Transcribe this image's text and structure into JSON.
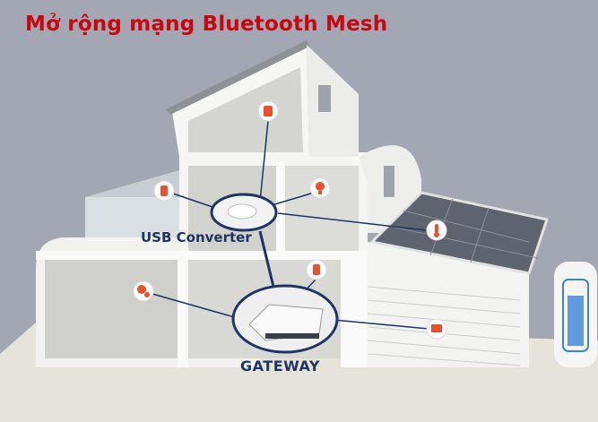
{
  "title": "Mở rộng mạng Bluetooth Mesh",
  "labels": {
    "usb_converter": "USB Converter",
    "gateway": "GATEWAY"
  },
  "colors": {
    "background": "#a3a6b3",
    "title": "#c8070f",
    "link": "#1f3461",
    "device_icon": "#e8502e"
  },
  "devices": [
    {
      "icon": "smart-switch-icon"
    },
    {
      "icon": "smart-plug-icon"
    },
    {
      "icon": "smart-bulb-icon"
    },
    {
      "icon": "temperature-sensor-icon"
    },
    {
      "icon": "smart-lock-icon"
    },
    {
      "icon": "gear-control-icon"
    },
    {
      "icon": "garage-door-icon"
    }
  ]
}
